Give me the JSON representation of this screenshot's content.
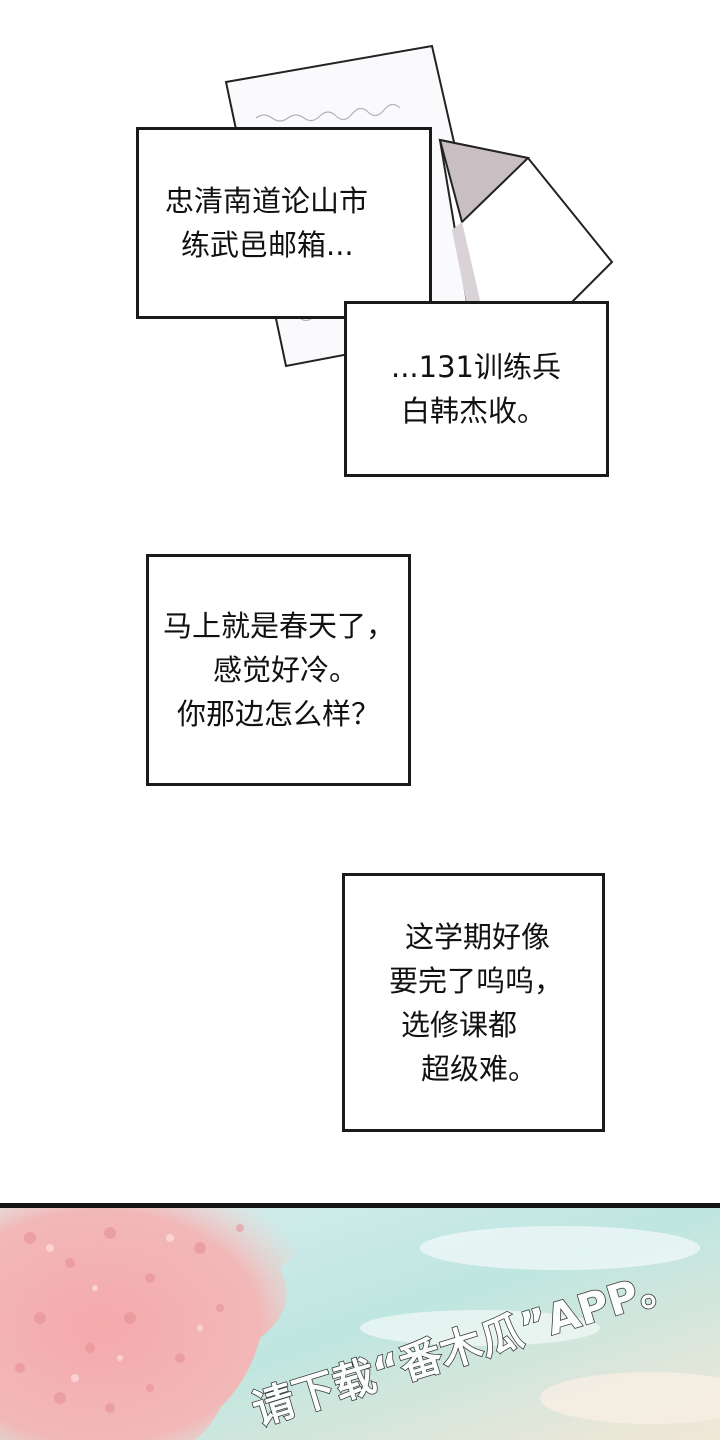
{
  "captions": {
    "address": {
      "lines": [
        "忠清南道论山市",
        "练武邑邮箱..."
      ]
    },
    "recipient": {
      "lines": [
        "...131训练兵",
        "白韩杰收。"
      ]
    },
    "spring": {
      "lines": [
        "马上就是春天了，",
        "感觉好冷。",
        "你那边怎么样？"
      ]
    },
    "semester": {
      "lines": [
        "这学期好像",
        "要完了呜呜，",
        "选修课都",
        "超级难。"
      ]
    }
  },
  "watermark": {
    "text": "请下载“番木瓜”APP。"
  },
  "colors": {
    "panel_border": "#1a1a1a",
    "envelope_flap": "#c9bfc3",
    "blossom_pink": "#f2b3b5",
    "sky_teal": "#bfe6e0"
  }
}
